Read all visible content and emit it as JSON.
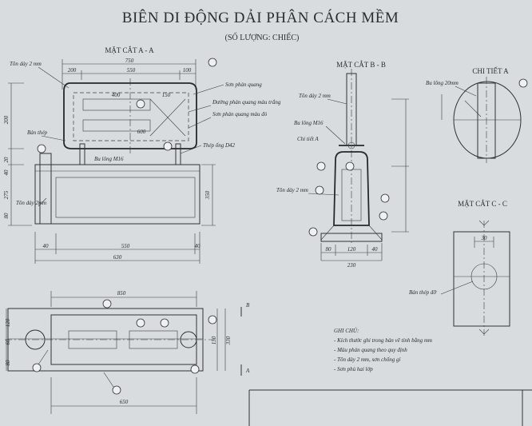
{
  "sheet": {
    "title": "BIÊN DI ĐỘNG DẢI PHÂN CÁCH MỀM",
    "subtitle": "(SỐ LƯỢNG: CHIẾC)"
  },
  "views": {
    "section_a": "MẶT CẮT A - A",
    "section_b": "MẶT CẮT B - B",
    "detail_a": "CHI TIẾT A",
    "section_c": "MẶT CẮT C - C"
  },
  "dimensions": {
    "a_top": [
      "750",
      "200",
      "550",
      "100"
    ],
    "a_inner": [
      "400",
      "150",
      "600"
    ],
    "a_left": [
      "200",
      "20",
      "40"
    ],
    "a_mid_left": [
      "275",
      "80"
    ],
    "a_right": [
      "350"
    ],
    "a_bottom": [
      "40",
      "550",
      "40",
      "630"
    ],
    "b_bottom": [
      "80",
      "120",
      "40",
      "230"
    ],
    "plan_top": [
      "850"
    ],
    "plan_side": [
      "120",
      "60",
      "80"
    ],
    "plan_right": [
      "150",
      "330"
    ],
    "plan_bottom": [
      "650"
    ],
    "c_top": [
      "30"
    ]
  },
  "labels": {
    "a_top_left": "Tôn dày 2 mm",
    "a_top_right": "Sơn phản quang",
    "a_mid_right_1": "Đường phản quang màu trắng",
    "a_mid_right_2": "Sơn phản quang màu đỏ",
    "a_bolt": "Bu lông M16",
    "a_bottom": "Thép ống D42",
    "a_left": "Bản thép",
    "a_left2": "Tôn dày 2mm",
    "b_1": "Tôn dày 2 mm",
    "b_2": "Bu lông M16",
    "b_3": "Chi tiết A",
    "b_4": "Tôn dày 2 mm",
    "d_1": "Bu lông 20mm",
    "c_1": "Bản thép đỡ"
  },
  "markers": {
    "section_b": "B",
    "section_a": "A"
  },
  "notes": {
    "heading": "GHI CHÚ:",
    "lines": [
      "- Kích thước ghi trong bản vẽ tính bằng mm",
      "- Màu phản quang theo quy định",
      "- Tôn dày 2 mm, sơn chống gỉ",
      "- Sơn phủ hai lớp"
    ]
  },
  "colors": {
    "paper": "#d8dcdf",
    "ink": "#2a2d33"
  }
}
